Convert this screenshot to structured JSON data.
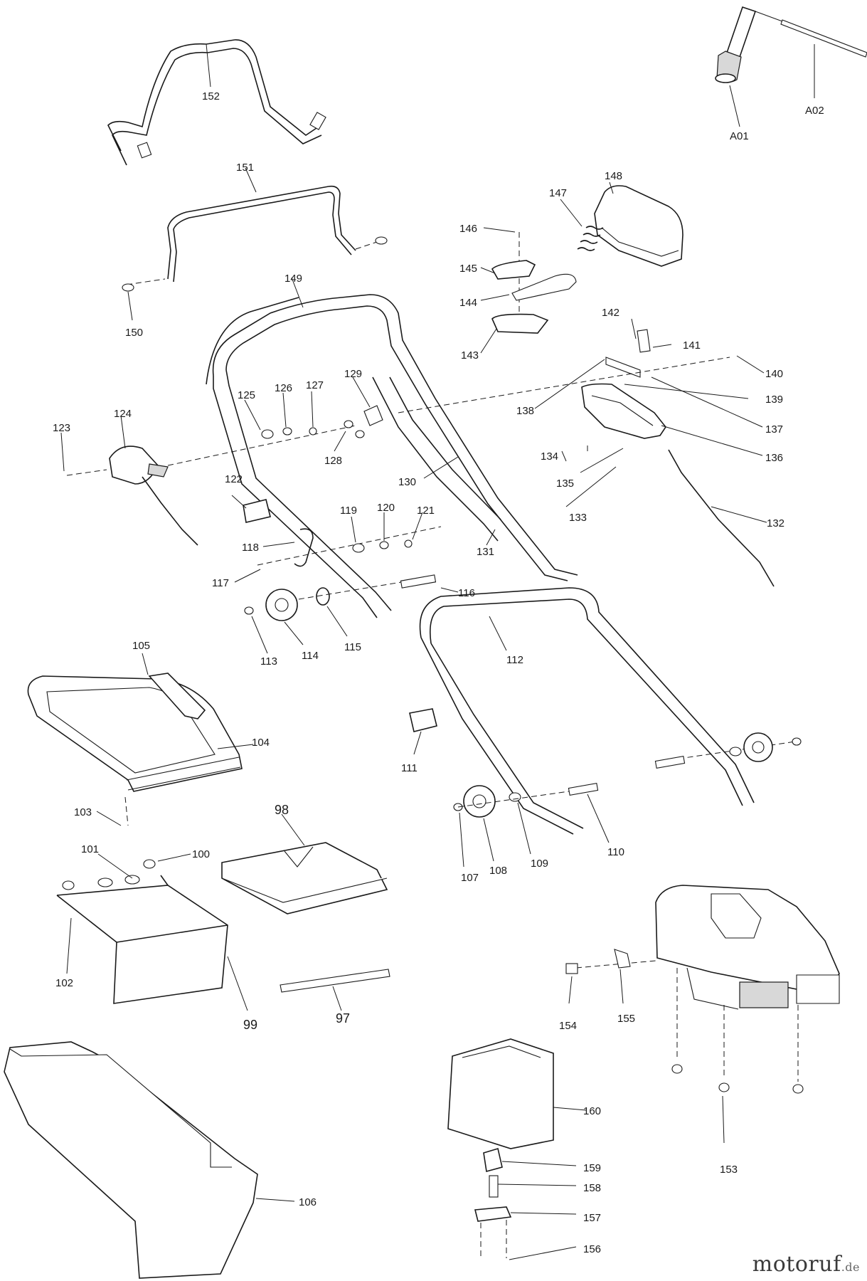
{
  "watermark": {
    "text": "motoruf",
    "tld": ".de"
  },
  "labels": {
    "97": "97",
    "98": "98",
    "99": "99",
    "100": "100",
    "101": "101",
    "102": "102",
    "103": "103",
    "104": "104",
    "105": "105",
    "106": "106",
    "107": "107",
    "108": "108",
    "109": "109",
    "110": "110",
    "111": "111",
    "112": "112",
    "113": "113",
    "114": "114",
    "115": "115",
    "116": "116",
    "117": "117",
    "118": "118",
    "119": "119",
    "120": "120",
    "121": "121",
    "122": "122",
    "123": "123",
    "124": "124",
    "125": "125",
    "126": "126",
    "127": "127",
    "128": "128",
    "129": "129",
    "130": "130",
    "131": "131",
    "132": "132",
    "133": "133",
    "134": "134",
    "135": "135",
    "136": "136",
    "137": "137",
    "138": "138",
    "139": "139",
    "140": "140",
    "141": "141",
    "142": "142",
    "143": "143",
    "144": "144",
    "145": "145",
    "146": "146",
    "147": "147",
    "148": "148",
    "149": "149",
    "150": "150",
    "151": "151",
    "152": "152",
    "153": "153",
    "154": "154",
    "155": "155",
    "156": "156",
    "157": "157",
    "158": "158",
    "159": "159",
    "160": "160",
    "A01": "A01",
    "A02": "A02"
  }
}
